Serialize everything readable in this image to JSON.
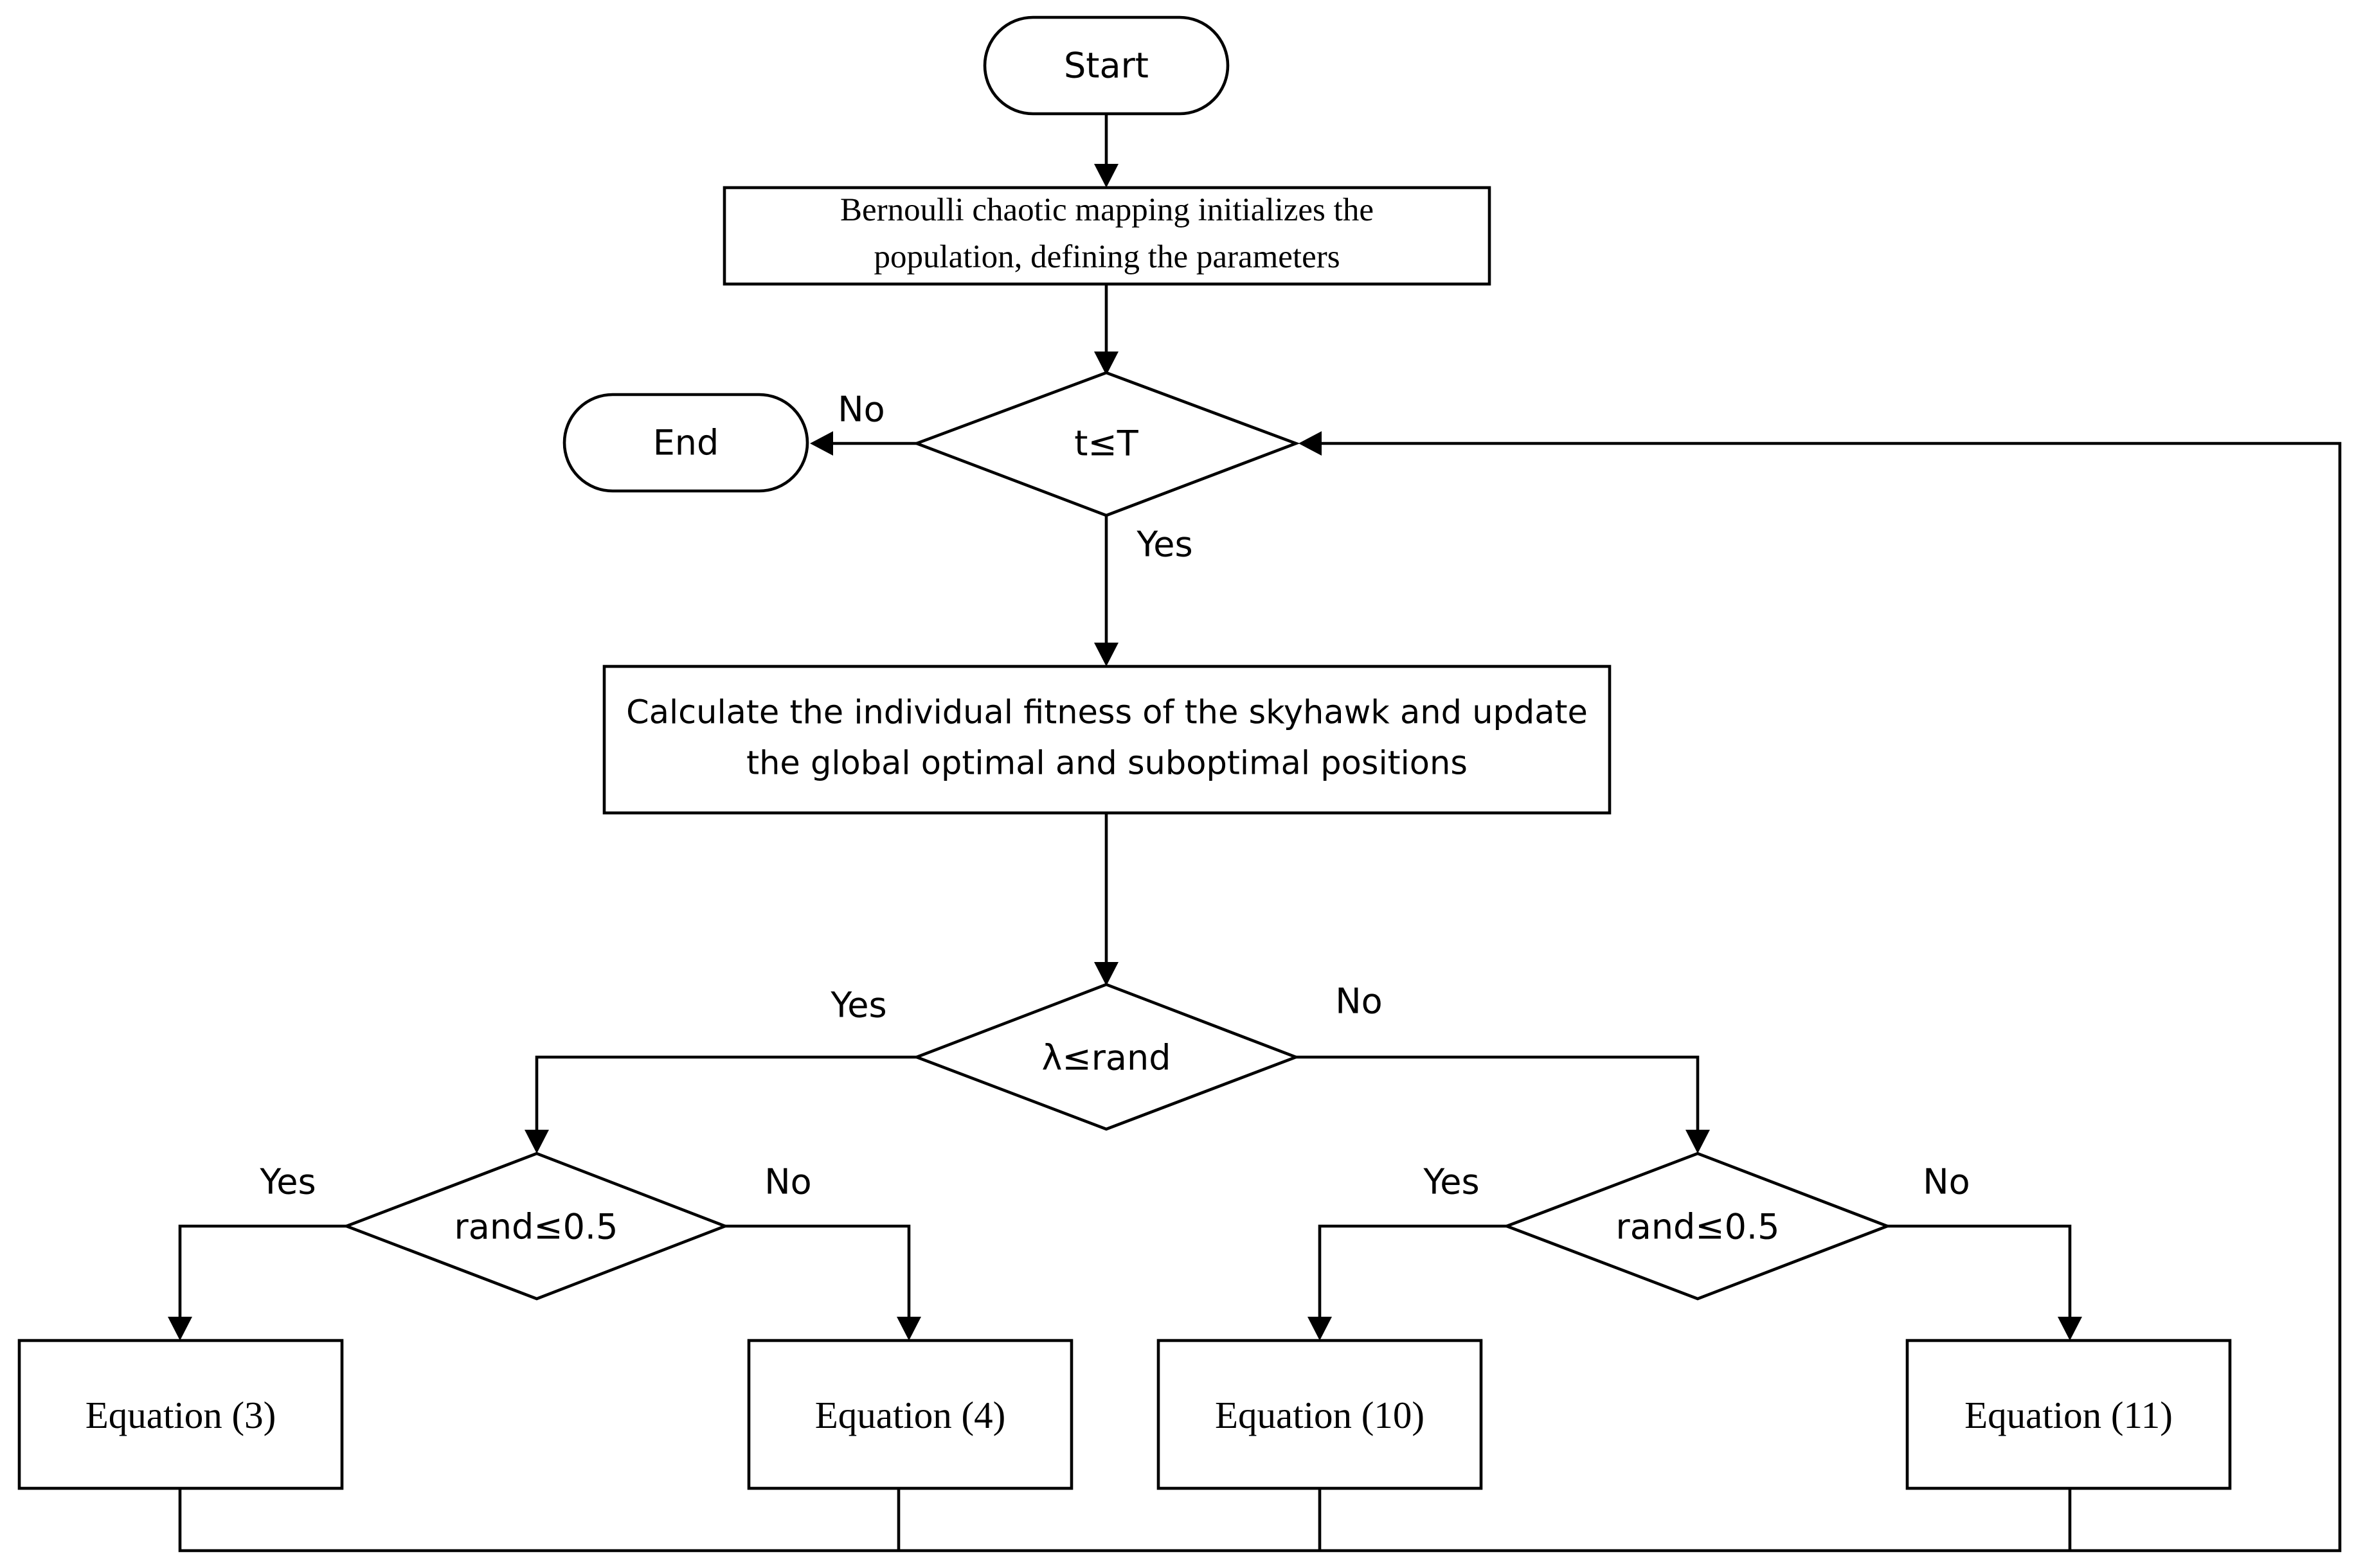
{
  "flowchart": {
    "nodes": {
      "start": {
        "shape": "terminal",
        "lines": [
          "Start"
        ]
      },
      "init": {
        "shape": "process",
        "lines": [
          "Bernoulli chaotic mapping initializes the",
          "population, defining the parameters"
        ]
      },
      "check_iter": {
        "shape": "decision",
        "lines": [
          "t≤T"
        ]
      },
      "end": {
        "shape": "terminal",
        "lines": [
          "End"
        ]
      },
      "fitness": {
        "shape": "process",
        "lines": [
          "Calculate the individual fitness of the skyhawk and update",
          "the global optimal and suboptimal positions"
        ]
      },
      "check_lambda": {
        "shape": "decision",
        "lines": [
          "λ≤rand"
        ]
      },
      "check_rand_left": {
        "shape": "decision",
        "lines": [
          "rand≤0.5"
        ]
      },
      "check_rand_right": {
        "shape": "decision",
        "lines": [
          "rand≤0.5"
        ]
      },
      "eq3": {
        "shape": "process",
        "lines": [
          "Equation (3)"
        ]
      },
      "eq4": {
        "shape": "process",
        "lines": [
          "Equation (4)"
        ]
      },
      "eq10": {
        "shape": "process",
        "lines": [
          "Equation (10)"
        ]
      },
      "eq11": {
        "shape": "process",
        "lines": [
          "Equation (11)"
        ]
      }
    },
    "edges": [
      {
        "from": "start",
        "to": "init",
        "label": ""
      },
      {
        "from": "init",
        "to": "check_iter",
        "label": ""
      },
      {
        "from": "check_iter",
        "to": "end",
        "label": "No"
      },
      {
        "from": "check_iter",
        "to": "fitness",
        "label": "Yes"
      },
      {
        "from": "fitness",
        "to": "check_lambda",
        "label": ""
      },
      {
        "from": "check_lambda",
        "to": "check_rand_left",
        "label": "Yes"
      },
      {
        "from": "check_lambda",
        "to": "check_rand_right",
        "label": "No"
      },
      {
        "from": "check_rand_left",
        "to": "eq3",
        "label": "Yes"
      },
      {
        "from": "check_rand_left",
        "to": "eq4",
        "label": "No"
      },
      {
        "from": "check_rand_right",
        "to": "eq10",
        "label": "Yes"
      },
      {
        "from": "check_rand_right",
        "to": "eq11",
        "label": "No"
      },
      {
        "from": "eq3",
        "to": "check_iter",
        "label": ""
      },
      {
        "from": "eq4",
        "to": "check_iter",
        "label": ""
      },
      {
        "from": "eq10",
        "to": "check_iter",
        "label": ""
      },
      {
        "from": "eq11",
        "to": "check_iter",
        "label": ""
      }
    ]
  }
}
